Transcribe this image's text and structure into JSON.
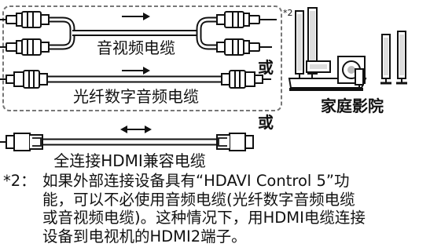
{
  "labels": {
    "analog_audio_cable": "音视频电缆",
    "optical_audio_cable": "光纤数字音频电缆",
    "hdmi_cable": "全连接HDMI兼容电缆",
    "or_1": "或",
    "or_2": "或",
    "footnote_ref": "*2",
    "home_theater": "家庭影院"
  },
  "note": {
    "mark": "*2：",
    "lines": [
      "如果外部连接设备具有“HDAVI Control 5”功",
      "能，可以不必使用音频电缆(光纤数字音频电缆",
      "或音视频电缆)。这种情况下，用HDMI电缆连接",
      "设备到电视机的HDMI2端子。"
    ]
  },
  "icons": [
    "rca-plug-icon",
    "optical-plug-icon",
    "hdmi-plug-icon",
    "arrow-right-icon",
    "double-arrow-icon",
    "speaker-system-icon"
  ],
  "colors": {
    "line": "#111111",
    "dashed_box": "#777777",
    "cable_fill": "#ffffff"
  }
}
